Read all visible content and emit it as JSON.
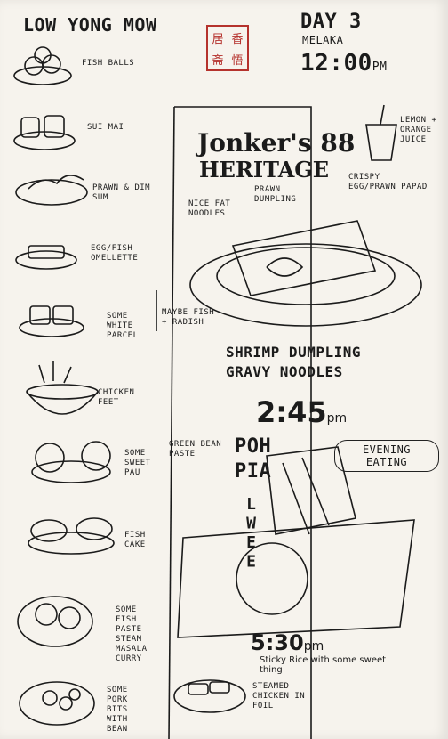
{
  "header": {
    "title": "LOW YONG MOW",
    "day": "DAY 3",
    "place": "MELAKA",
    "time": "12:00",
    "time_suffix": "pm",
    "stamp": [
      "居",
      "香",
      "斋",
      "悟"
    ]
  },
  "dim_sum_items": [
    {
      "label": "FISH BALLS",
      "icon": "fish-balls-icon"
    },
    {
      "label": "SUI MAI",
      "icon": "siu-mai-icon"
    },
    {
      "label": "PRAWN & DIM SUM",
      "icon": "prawn-icon"
    },
    {
      "label": "EGG/FISH OMELLETTE",
      "icon": "omelette-icon"
    },
    {
      "label": "SOME WHITE PARCEL",
      "icon": "parcel-icon"
    },
    {
      "label": "CHICKEN FEET",
      "icon": "chicken-feet-icon"
    },
    {
      "label": "SOME SWEET PAU",
      "icon": "pau-icon"
    },
    {
      "label": "FISH CAKE",
      "icon": "fish-cake-icon"
    },
    {
      "label": "SOME FISH PASTE STEAM MASALA CURRY",
      "icon": "fish-paste-icon"
    },
    {
      "label": "SOME PORK BITS WITH BEAN",
      "icon": "pork-bits-icon"
    },
    {
      "label": "STEAMED CHICKEN IN FOIL",
      "icon": "foil-chicken-icon"
    }
  ],
  "notes": {
    "maybe": "MAYBE FISH + RADISH",
    "green_bean": "GREEN BEAN PASTE",
    "strike": "BLACK"
  },
  "jonker": {
    "name_line1": "Jonker's 88",
    "name_line2": "HERITAGE",
    "drink": "LEMON + ORANGE JUICE",
    "crispy": "CRISPY egg/prawn PAPAD",
    "prawn_dumpling": "PRAWN DUMPLING",
    "noodles": "NICE FAT NOODLES",
    "dish_line1": "SHRIMP DUMPLING",
    "dish_line2": "GRAVY NOODLES",
    "time": "2:45",
    "time_suffix": "pm"
  },
  "evening": {
    "pohpia": "POH PIA",
    "lwee": "LWEE",
    "tag": "EVENING EATING",
    "time": "5:30",
    "time_suffix": "pm",
    "note": "Sticky Rice with some sweet thing"
  }
}
